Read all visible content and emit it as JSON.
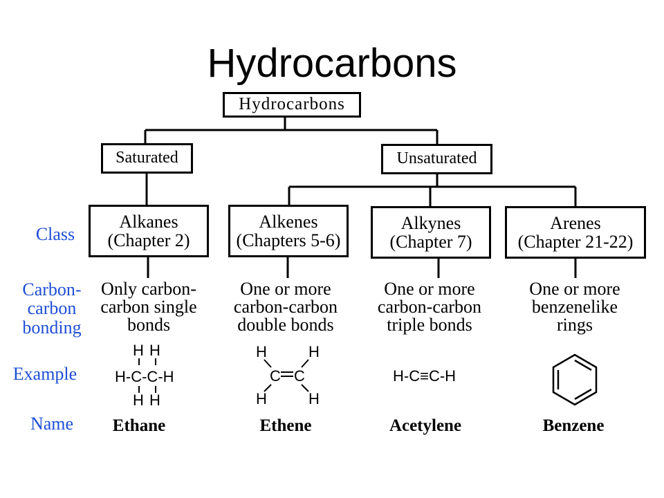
{
  "title": "Hydrocarbons",
  "tree": {
    "root": "Hydrocarbons",
    "saturated": "Saturated",
    "unsaturated": "Unsaturated"
  },
  "row_labels": {
    "class": "Class",
    "bonding": "Carbon-\ncarbon\nbonding",
    "example": "Example",
    "name": "Name"
  },
  "classes": [
    {
      "name": "Alkanes",
      "chapter": "(Chapter 2)",
      "bonding": "Only carbon-\ncarbon single\nbonds",
      "example": "Ethane"
    },
    {
      "name": "Alkenes",
      "chapter": "(Chapters 5-6)",
      "bonding": "One or more\ncarbon-carbon\ndouble bonds",
      "example": "Ethene"
    },
    {
      "name": "Alkynes",
      "chapter": "(Chapter 7)",
      "bonding": "One or more\ncarbon-carbon\ntriple bonds",
      "example": "Acetylene"
    },
    {
      "name": "Arenes",
      "chapter": "(Chapter 21-22)",
      "bonding": "One or more\nbenzenelike\nrings",
      "example": "Benzene"
    }
  ],
  "formulas": {
    "ethane_top": "H H",
    "ethane_mid": "H-C-C-H",
    "ethane_bot": "H H",
    "acetylene": "H-C≡C-H",
    "atom_H": "H",
    "atom_C": "C"
  },
  "colors": {
    "label_blue": "#1d4fd6",
    "line": "#000000"
  }
}
